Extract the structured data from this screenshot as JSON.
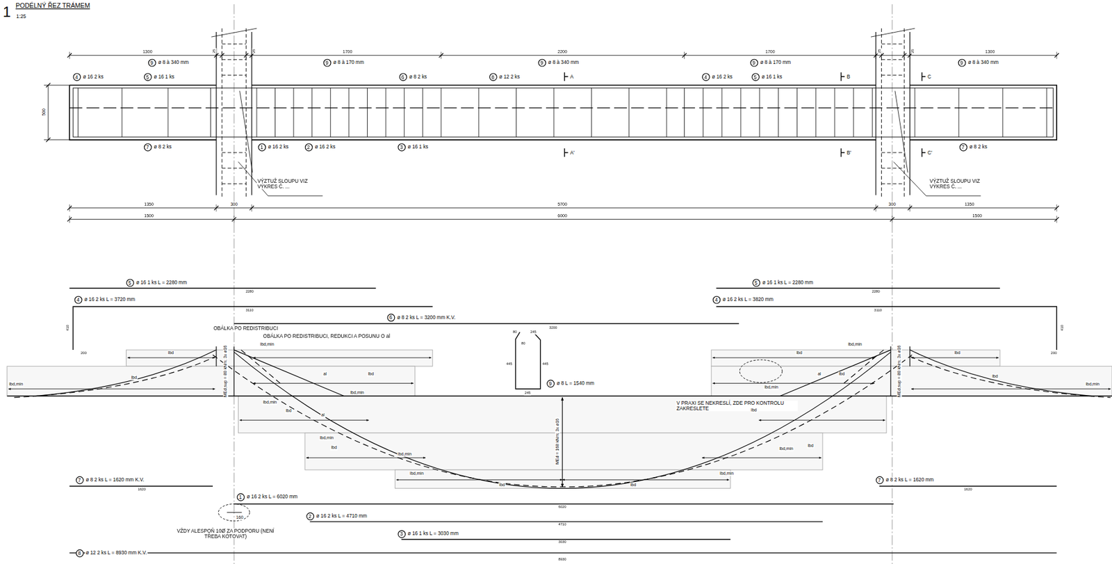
{
  "diagram": {
    "title": "PODÉLNÝ ŘEZ TRÁMEM",
    "nodes": [
      {
        "text": [
          "9"
        ]
      },
      {
        "text": [
          "9"
        ]
      },
      {
        "text": [
          "9"
        ]
      },
      {
        "text": [
          "9"
        ]
      },
      {
        "text": [
          "9"
        ]
      },
      {
        "text": [
          "4"
        ]
      },
      {
        "text": [
          "5"
        ]
      },
      {
        "text": [
          "6"
        ]
      },
      {
        "text": [
          "8"
        ]
      },
      {
        "text": [
          "4"
        ]
      },
      {
        "text": [
          "5"
        ]
      },
      {
        "text": [
          "7"
        ]
      },
      {
        "text": [
          "1"
        ]
      },
      {
        "text": [
          "2"
        ]
      },
      {
        "text": [
          "3"
        ]
      },
      {
        "text": [
          "7"
        ]
      },
      {
        "text": [
          "5"
        ]
      },
      {
        "text": [
          "5"
        ]
      },
      {
        "text": [
          "4"
        ]
      },
      {
        "text": [
          "4"
        ]
      },
      {
        "text": [
          "6"
        ]
      },
      {
        "text": [
          "9"
        ]
      },
      {
        "text": [
          "7"
        ]
      },
      {
        "text": [
          "7"
        ]
      },
      {
        "text": [
          "1"
        ]
      },
      {
        "text": [
          "2"
        ]
      },
      {
        "text": [
          "3"
        ]
      },
      {
        "text": [
          "8"
        ]
      }
    ],
    "labels": [
      "1",
      "1:25",
      "1300",
      "25",
      "25",
      "1700",
      "2200",
      "1700",
      "25",
      "25",
      "1300",
      "ø 8 à 340 mm",
      "ø 8 à 170 mm",
      "ø 8 à 340 mm",
      "ø 8 à 170 mm",
      "ø 8 à 340 mm",
      "ø 16 2 ks",
      "ø 16 1 ks",
      "ø 8 2 ks",
      "ø 12 2 ks",
      "A",
      "ø 16 2 ks",
      "ø 16 1 ks",
      "B",
      "C",
      "500",
      "ø 8 2 ks",
      "ø 16 2 ks",
      "ø 16 2 ks",
      "ø 16 1 ks",
      "A'",
      "B'",
      "C'",
      "ø 8 2 ks",
      "VÝZTUŽ SLOUPU VIZ VÝKRES Č. ...",
      "VÝZTUŽ SLOUPU VIZ VÝKRES Č. ...",
      "1350",
      "300",
      "5700",
      "300",
      "1350",
      "1500",
      "6000",
      "1500",
      "ø 16 1 ks L = 2280 mm",
      "ø 16 1 ks L = 2280 mm",
      "2280",
      "2280",
      "ø 16 2 ks L = 3720 mm",
      "ø 16 2 ks L = 3820 mm",
      "3110",
      "3110",
      "410",
      "200",
      "410",
      "200",
      "ø 8 2 ks L = 3200 mm K.V.",
      "3200",
      "OBÁLKA PO REDISTRIBUCI",
      "OBÁLKA PO REDISTRIBUCI, REDUKCI A POSUNU O al",
      "80",
      "245",
      "80",
      "445",
      "445",
      "245",
      "ø 8 L = 1540 mm",
      "V PRAXI SE NEKRESLÍ, ZDE PRO KONTROLU ZAKRESLETE",
      "MEd,sup = 80 kNm; 3x ø16",
      "MEd,sup = 80 kNm; 3x ø16",
      "MEd = 168 kNm; 3x ø16",
      "lbd",
      "lbd,min",
      "lbd",
      "lbd,min",
      "al",
      "lbd",
      "lbd,min",
      "lbd,min",
      "lbd",
      "al",
      "lbd,min",
      "lbd",
      "lbd,min",
      "lbd,min",
      "lbd",
      "lbd",
      "lbd,min",
      "lbd,min",
      "lbd",
      "lbd",
      "lbd,min",
      "al",
      "lbd",
      "lbd",
      "lbd,min",
      "lbd",
      "lbd",
      "lbd,min",
      "ø 8 2 ks L = 1620 mm K.V.",
      "1620",
      "ø 8 2 ks L = 1620 mm",
      "1620",
      "ø 16 2 ks L = 6020 mm",
      "6020",
      "160",
      "VŽDY ALESPOŇ 10Ø ZA PODPORU (NENÍ TŘEBA KÓTOVAT)",
      "ø 16 2 ks L = 4710 mm",
      "4710",
      "ø 16 1 ks L = 3030 mm",
      "3030",
      "ø 12 2 ks L = 8930 mm K.V.",
      "8930"
    ]
  }
}
